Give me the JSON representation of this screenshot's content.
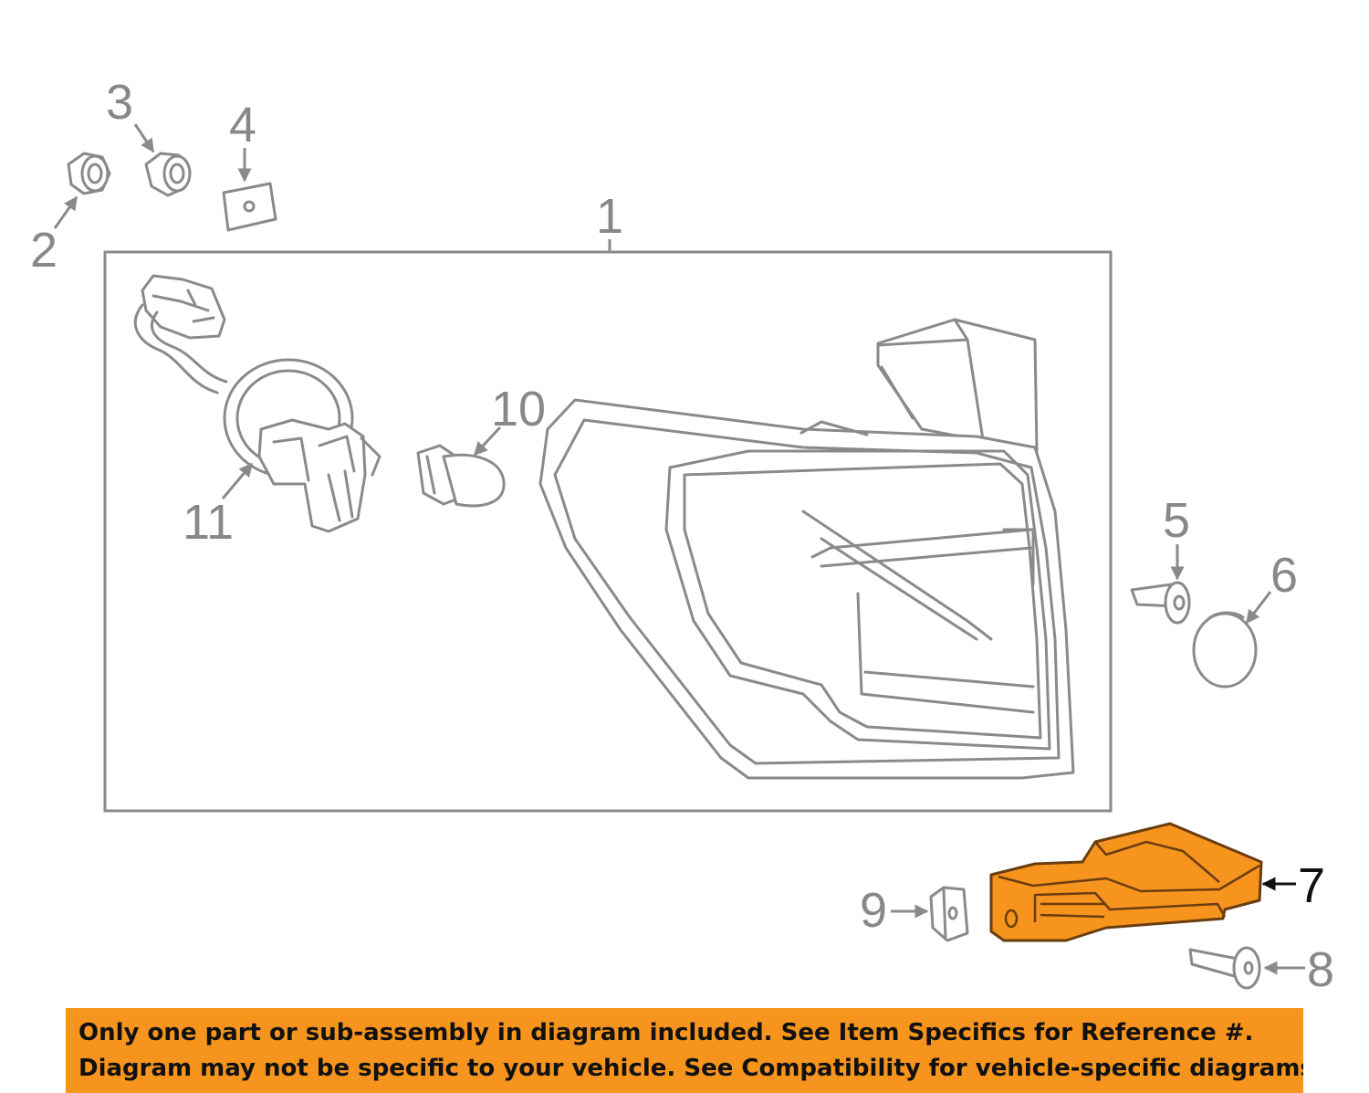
{
  "diagram": {
    "callouts": {
      "c1": "1",
      "c2": "2",
      "c3": "3",
      "c4": "4",
      "c5": "5",
      "c6": "6",
      "c7": "7",
      "c8": "8",
      "c9": "9",
      "c10": "10",
      "c11": "11"
    },
    "highlighted_part": "7",
    "colors": {
      "highlight": "#f7941d",
      "line": "#8a8a8a",
      "banner": "#f7941d"
    }
  },
  "notice": {
    "line1": "Only one part or sub-assembly in diagram included. See Item Specifics for Reference #.",
    "line2": "Diagram may not be specific to your vehicle. See Compatibility for vehicle-specific diagrams."
  }
}
